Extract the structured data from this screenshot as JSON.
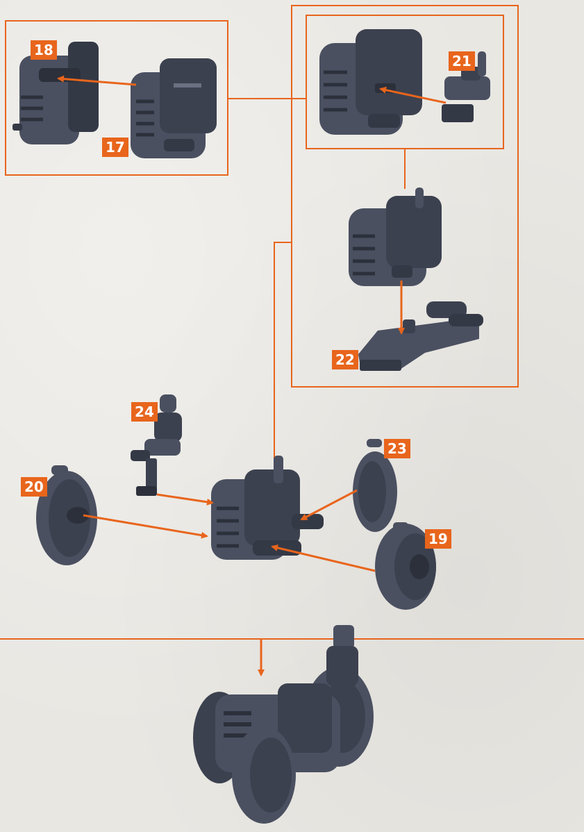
{
  "colors": {
    "accent": "#e8651c",
    "part": "#4a5060",
    "part_dark": "#343946",
    "part_light": "#6a7181",
    "background": "#e9e7e2"
  },
  "parts": {
    "p17": {
      "label": "17"
    },
    "p18": {
      "label": "18"
    },
    "p19": {
      "label": "19"
    },
    "p20": {
      "label": "20"
    },
    "p21": {
      "label": "21"
    },
    "p22": {
      "label": "22"
    },
    "p23": {
      "label": "23"
    },
    "p24": {
      "label": "24"
    }
  },
  "images": {
    "engine_half_left": "grey engine housing half",
    "engine_half_right": "grey engine housing half with grille",
    "engine_assembled": "assembled engine block",
    "exhaust_part": "exhaust pipe piece",
    "chassis": "chassis base plate",
    "driver": "seated driver figure",
    "wheel": "large treaded wheel",
    "tractor_complete": "completed tractor model"
  }
}
